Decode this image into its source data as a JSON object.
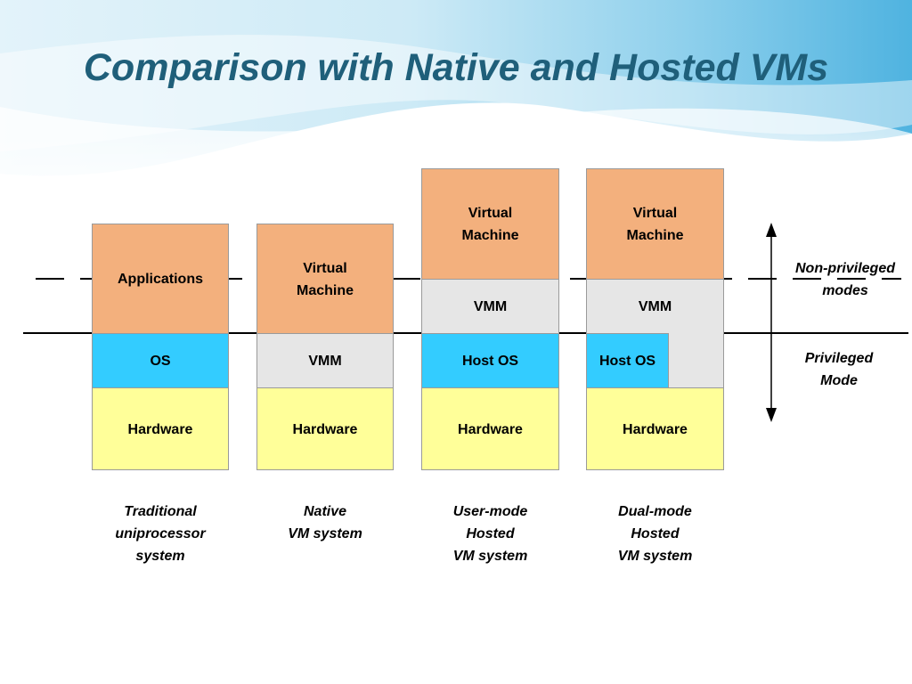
{
  "title": "Comparison with Native and Hosted VMs",
  "colors": {
    "virtual_machine": "#f3b07d",
    "os": "#33ccff",
    "vmm": "#e6e6e6",
    "hardware": "#ffff99",
    "title": "#1f5f7a"
  },
  "columns": [
    {
      "caption": "Traditional\nuniprocessor\nsystem",
      "top_label": "Applications",
      "os_label": "OS",
      "hardware_label": "Hardware"
    },
    {
      "caption": "Native\nVM system",
      "top_label": "Virtual\nMachine",
      "vmm_label": "VMM",
      "hardware_label": "Hardware"
    },
    {
      "caption": "User-mode\nHosted\nVM system",
      "top_label": "Virtual\nMachine",
      "vmm_label": "VMM",
      "os_label": "Host OS",
      "hardware_label": "Hardware"
    },
    {
      "caption": "Dual-mode\nHosted\nVM system",
      "top_label": "Virtual\nMachine",
      "vmm_label": "VMM",
      "os_label": "Host OS",
      "hardware_label": "Hardware"
    }
  ],
  "modes": {
    "non_privileged": "Non-privileged\nmodes",
    "privileged": "Privileged\nMode"
  }
}
